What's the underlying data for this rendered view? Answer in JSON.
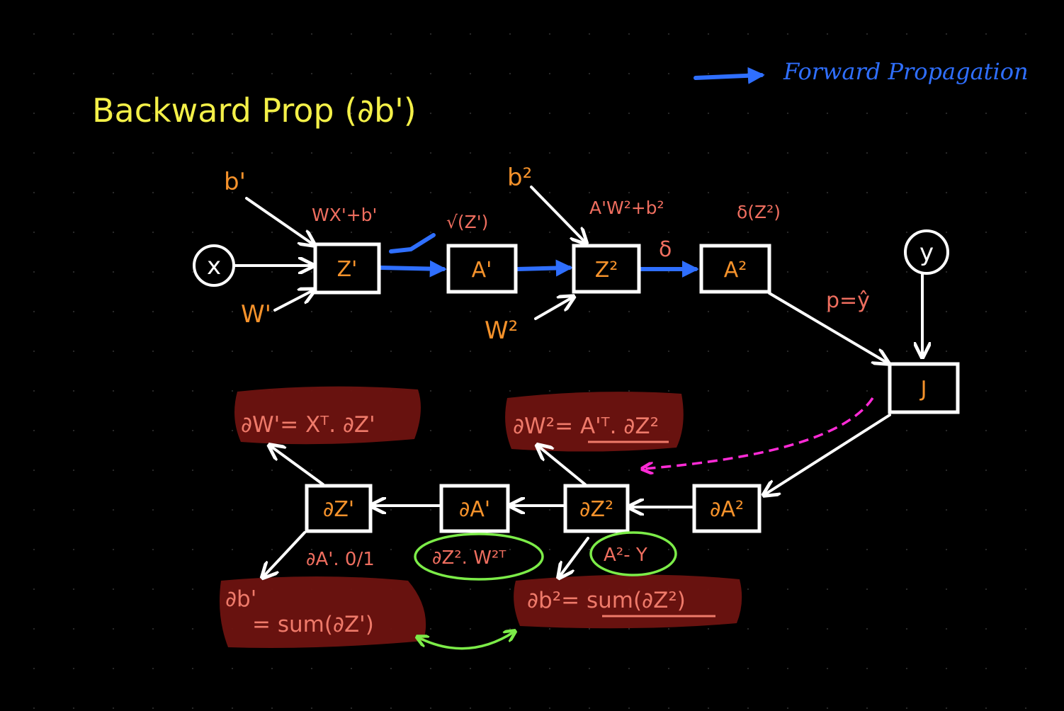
{
  "title": "Backward Prop (∂b')",
  "legend": {
    "label": "Forward Propagation",
    "arrow_color": "#2f6fff"
  },
  "colors": {
    "title": "#f4f048",
    "node_text": "#f5922b",
    "formula_text": "#ef6e5f",
    "highlight": "#6e1310",
    "forward_arrow": "#2f6fff",
    "green_circle": "#7cec48",
    "magenta_dashed": "#ff2bd6"
  },
  "forward": {
    "x_node": "x",
    "y_node": "y",
    "b1": "b'",
    "w1": "W'",
    "b2": "b²",
    "w2": "W²",
    "z1": "Z'",
    "a1": "A'",
    "z2": "Z²",
    "a2": "A²",
    "j": "J",
    "f_z1": "WX'+b'",
    "f_a1": "√(Z')",
    "f_z2": "A'W²+b²",
    "f_a2": "δ(Z²)",
    "sigma": "δ",
    "p": "p=ŷ"
  },
  "backward": {
    "dz1": "∂Z'",
    "da1": "∂A'",
    "dz2": "∂Z²",
    "da2": "∂A²",
    "dw1": "∂W'= Xᵀ. ∂Z'",
    "dw2": "∂W²= A'ᵀ. ∂Z²",
    "db1_line1": "∂b'",
    "db1_line2": "= sum(∂Z')",
    "db2": "∂b²= sum(∂Z²)",
    "da1_to_dz1": "∂A'. 0/1",
    "dz2_to_da1": "∂Z². W²ᵀ",
    "da2_to_dz2": "A²- Y"
  }
}
